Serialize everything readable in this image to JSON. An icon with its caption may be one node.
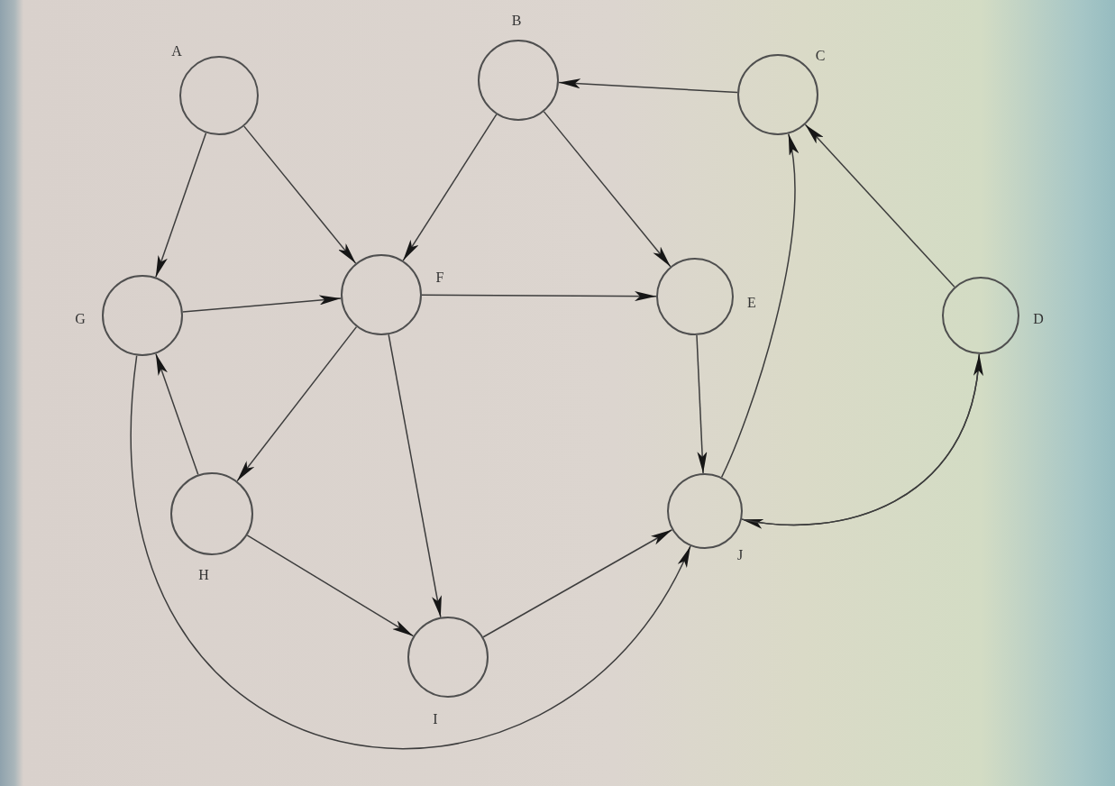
{
  "diagram": {
    "nodes": [
      {
        "text": [],
        "shape": "circle",
        "beside": [
          "A"
        ]
      },
      {
        "text": [],
        "shape": "circle",
        "beside": [
          "B"
        ]
      },
      {
        "text": [],
        "shape": "circle",
        "beside": [
          "C"
        ]
      },
      {
        "text": [],
        "shape": "circle",
        "beside": [
          "G"
        ]
      },
      {
        "text": [],
        "shape": "circle",
        "beside": [
          "F"
        ]
      },
      {
        "text": [],
        "shape": "circle",
        "beside": [
          "E"
        ]
      },
      {
        "text": [],
        "shape": "circle",
        "beside": [
          "D"
        ]
      },
      {
        "text": [],
        "shape": "circle",
        "beside": [
          "H"
        ]
      },
      {
        "text": [],
        "shape": "circle",
        "beside": [
          "J"
        ]
      },
      {
        "text": [],
        "shape": "circle",
        "beside": [
          "I"
        ]
      }
    ],
    "edges": [
      {
        "from": 0,
        "to": 3,
        "arrow": "to"
      },
      {
        "from": 0,
        "to": 4,
        "arrow": "to"
      },
      {
        "from": 1,
        "to": 4,
        "arrow": "to"
      },
      {
        "from": 1,
        "to": 5,
        "arrow": "to"
      },
      {
        "from": 2,
        "to": 1,
        "arrow": "to"
      },
      {
        "from": 3,
        "to": 4,
        "arrow": "to"
      },
      {
        "from": 4,
        "to": 5,
        "arrow": "to"
      },
      {
        "from": 6,
        "to": 2,
        "arrow": "to"
      },
      {
        "from": 4,
        "to": 7,
        "arrow": "to"
      },
      {
        "from": 7,
        "to": 3,
        "arrow": "to"
      },
      {
        "from": 4,
        "to": 9,
        "arrow": "to"
      },
      {
        "from": 5,
        "to": 8,
        "arrow": "to"
      },
      {
        "from": 6,
        "to": 8,
        "arrow": "to"
      },
      {
        "from": 8,
        "to": 2,
        "arrow": "to"
      },
      {
        "from": 8,
        "to": 6,
        "arrow": "to"
      },
      {
        "from": 7,
        "to": 9,
        "arrow": "to"
      },
      {
        "from": 9,
        "to": 8,
        "arrow": "to"
      },
      {
        "from": 3,
        "to": 8,
        "arrow": "to"
      }
    ]
  }
}
